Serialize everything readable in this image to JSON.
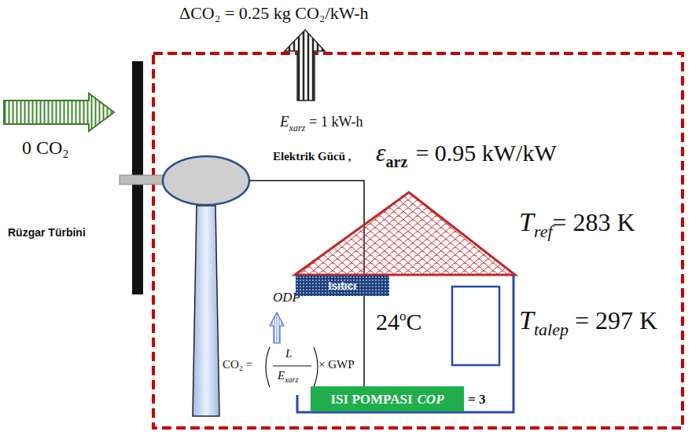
{
  "diagram": {
    "nodes": [
      {
        "text": [
          "24",
          "o",
          "C"
        ]
      },
      {
        "text": [
          "Isıtıcı"
        ],
        "in": 0
      },
      {
        "text": [
          "ISI POMPASI",
          "COP",
          "= 3"
        ],
        "in": 0
      }
    ],
    "labels": [
      "ΔCO₂ = 0.25 kg CO₂/kW-h",
      "0 CO₂",
      "Rüzgar Türbini",
      "E",
      "xarz",
      "= 1 kW-h",
      "Elektrik Gücü ,",
      "ε",
      "arz",
      "= 0.95 kW/kW",
      "T",
      "ref",
      "= 283 K",
      "T",
      "talep",
      "= 297 K",
      "ODP",
      "CO₂ =",
      "L",
      "E",
      "xarz",
      "× GWP"
    ]
  }
}
